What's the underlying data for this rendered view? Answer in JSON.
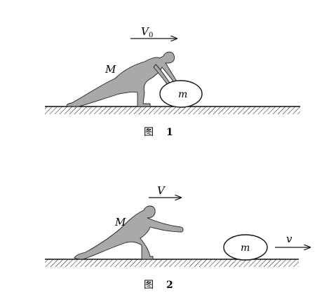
{
  "figure1": {
    "caption_char": "图",
    "caption_num": "1",
    "velocity_symbol": "V",
    "velocity_sub": "0",
    "person_label": "M",
    "ball_label": "m"
  },
  "figure2": {
    "caption_char": "图",
    "caption_num": "2",
    "person_velocity": "V",
    "person_label": "M",
    "ball_label": "m",
    "ball_velocity": "v"
  },
  "colors": {
    "figure_fill": "#a9a9a9",
    "ink": "#111111"
  }
}
